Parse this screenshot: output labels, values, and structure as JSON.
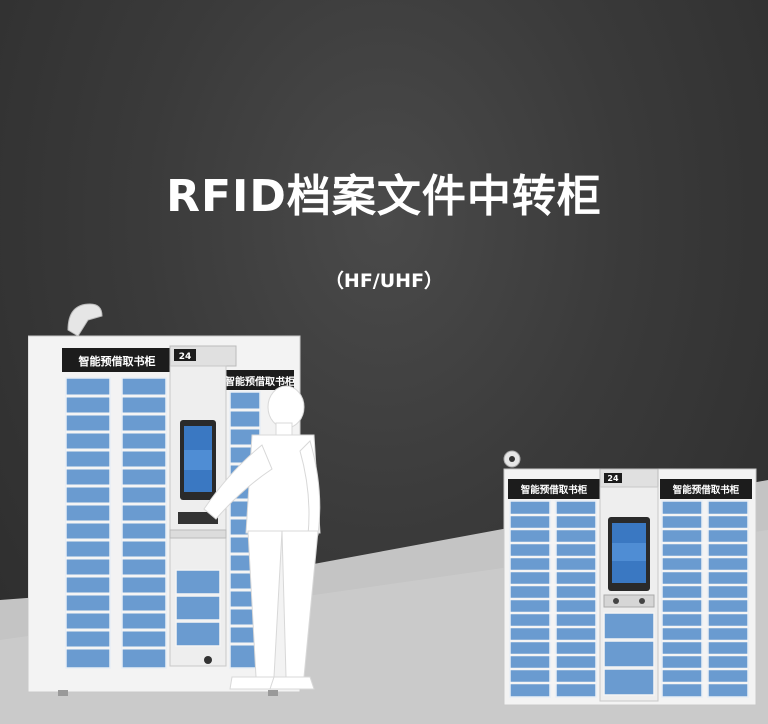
{
  "title": "RFID档案文件中转柜",
  "subtitle": "（HF/UHF）",
  "left_cabinet": {
    "header_left": "智能预借取书柜",
    "header_right": "智能预借取书柜",
    "logo_text": "24"
  },
  "right_cabinet": {
    "header_left": "智能预借取书柜",
    "header_right": "智能预借取书柜",
    "logo_text": "24"
  },
  "colors": {
    "locker_blue": "#6a9bd0",
    "frame_white": "#f2f2f2",
    "header_black": "#1c1c1c",
    "background_dark": "#333333",
    "floor_gray": "#bdbdbd"
  }
}
